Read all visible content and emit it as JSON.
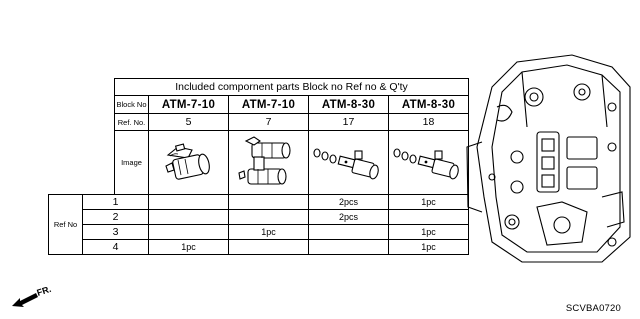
{
  "table": {
    "title": "Included compornent parts Block no  Ref  no  & Q'ty",
    "block_label": "Block No",
    "ref_label": "Ref. No.",
    "image_label": "Image",
    "ref_row_label": "Ref  No",
    "columns": [
      {
        "block": "ATM-7-10",
        "ref": "5",
        "image": "solenoid-single-icon"
      },
      {
        "block": "ATM-7-10",
        "ref": "7",
        "image": "solenoid-double-icon"
      },
      {
        "block": "ATM-8-30",
        "ref": "17",
        "image": "solenoid-with-orings-icon"
      },
      {
        "block": "ATM-8-30",
        "ref": "18",
        "image": "solenoid-with-orings-icon"
      }
    ],
    "rows": [
      {
        "ref": "1",
        "qty": [
          "",
          "",
          "2pcs",
          "1pc"
        ]
      },
      {
        "ref": "2",
        "qty": [
          "",
          "",
          "2pcs",
          ""
        ]
      },
      {
        "ref": "3",
        "qty": [
          "",
          "1pc",
          "",
          "1pc"
        ]
      },
      {
        "ref": "4",
        "qty": [
          "1pc",
          "",
          "",
          "1pc"
        ]
      }
    ]
  },
  "front_label": "FR.",
  "diagram_code": "SCVBA0720"
}
